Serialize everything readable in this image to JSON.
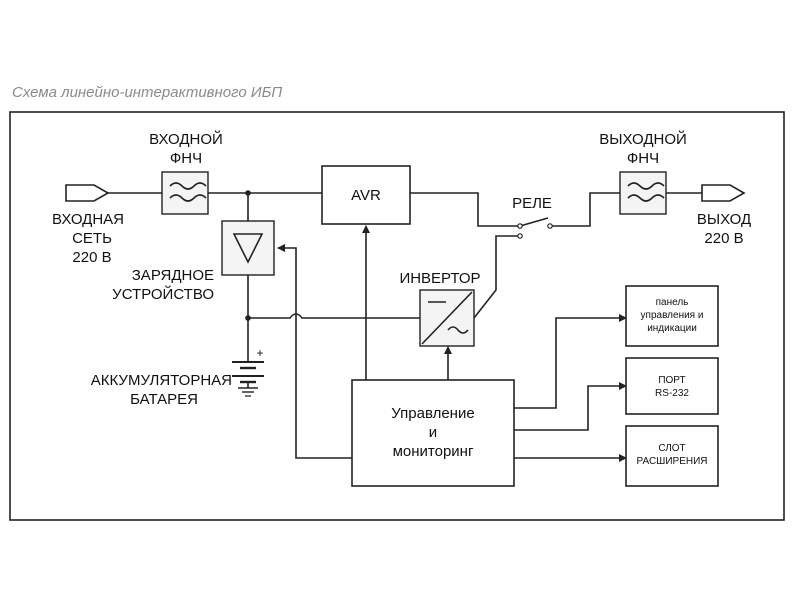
{
  "caption": "Схема линейно-интерактивного ИБП",
  "labels": {
    "input_filter": [
      "ВХОДНОЙ",
      "ФНЧ"
    ],
    "output_filter": [
      "ВЫХОДНОЙ",
      "ФНЧ"
    ],
    "input_mains": [
      "ВХОДНАЯ",
      "СЕТЬ",
      "220 В"
    ],
    "output": [
      "ВЫХОД",
      "220 В"
    ],
    "avr": "AVR",
    "relay": "РЕЛЕ",
    "charger": [
      "ЗАРЯДНОЕ",
      "УСТРОЙСТВО"
    ],
    "inverter": "ИНВЕРТОР",
    "battery": [
      "АККУМУЛЯТОРНАЯ",
      "БАТАРЕЯ"
    ],
    "battery_plus": "+",
    "control": [
      "Управление",
      "и",
      "мониторинг"
    ],
    "panel": [
      "панель",
      "управления и",
      "индикации"
    ],
    "port": [
      "ПОРТ",
      "RS-232"
    ],
    "slot": [
      "СЛОТ",
      "РАСШИРЕНИЯ"
    ]
  }
}
